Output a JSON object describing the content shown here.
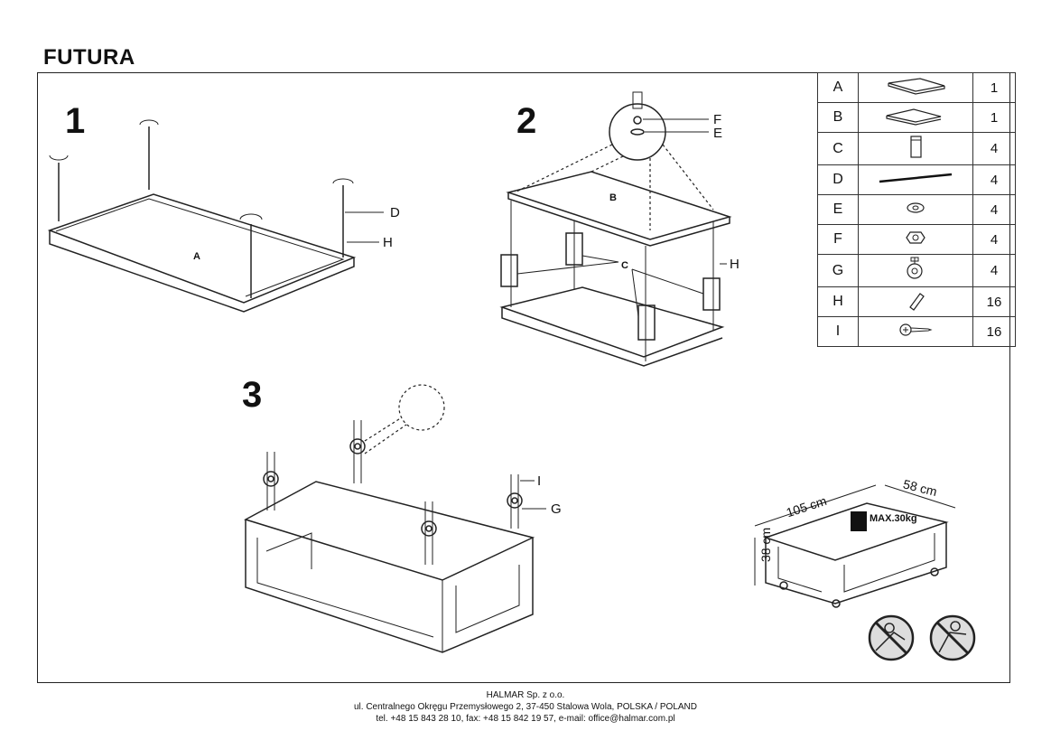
{
  "title": "FUTURA",
  "steps": [
    "1",
    "2",
    "3"
  ],
  "labels": {
    "step1": {
      "a": "A",
      "d": "D",
      "h": "H"
    },
    "step2": {
      "b": "B",
      "c": "C",
      "f": "F",
      "e": "E",
      "h": "H"
    },
    "step3": {
      "i": "I",
      "g": "G"
    }
  },
  "parts": [
    {
      "letter": "A",
      "icon": "top-panel-icon",
      "qty": "1"
    },
    {
      "letter": "B",
      "icon": "bottom-panel-icon",
      "qty": "1"
    },
    {
      "letter": "C",
      "icon": "block-icon",
      "qty": "4"
    },
    {
      "letter": "D",
      "icon": "rod-icon",
      "qty": "4"
    },
    {
      "letter": "E",
      "icon": "washer-icon",
      "qty": "4"
    },
    {
      "letter": "F",
      "icon": "nut-icon",
      "qty": "4"
    },
    {
      "letter": "G",
      "icon": "caster-icon",
      "qty": "4"
    },
    {
      "letter": "H",
      "icon": "dowel-icon",
      "qty": "16"
    },
    {
      "letter": "I",
      "icon": "screw-icon",
      "qty": "16"
    }
  ],
  "dimensions": {
    "length": "105 cm",
    "width": "58 cm",
    "height": "38 cm",
    "max_load": "MAX.30kg"
  },
  "footer": {
    "company": "HALMAR Sp. z o.o.",
    "address": "ul. Centralnego Okręgu Przemysłowego 2, 37-450 Stalowa Wola, POLSKA / POLAND",
    "contact": "tel. +48 15 843 28 10, fax: +48 15 842 19 57, e-mail: office@halmar.com.pl"
  }
}
